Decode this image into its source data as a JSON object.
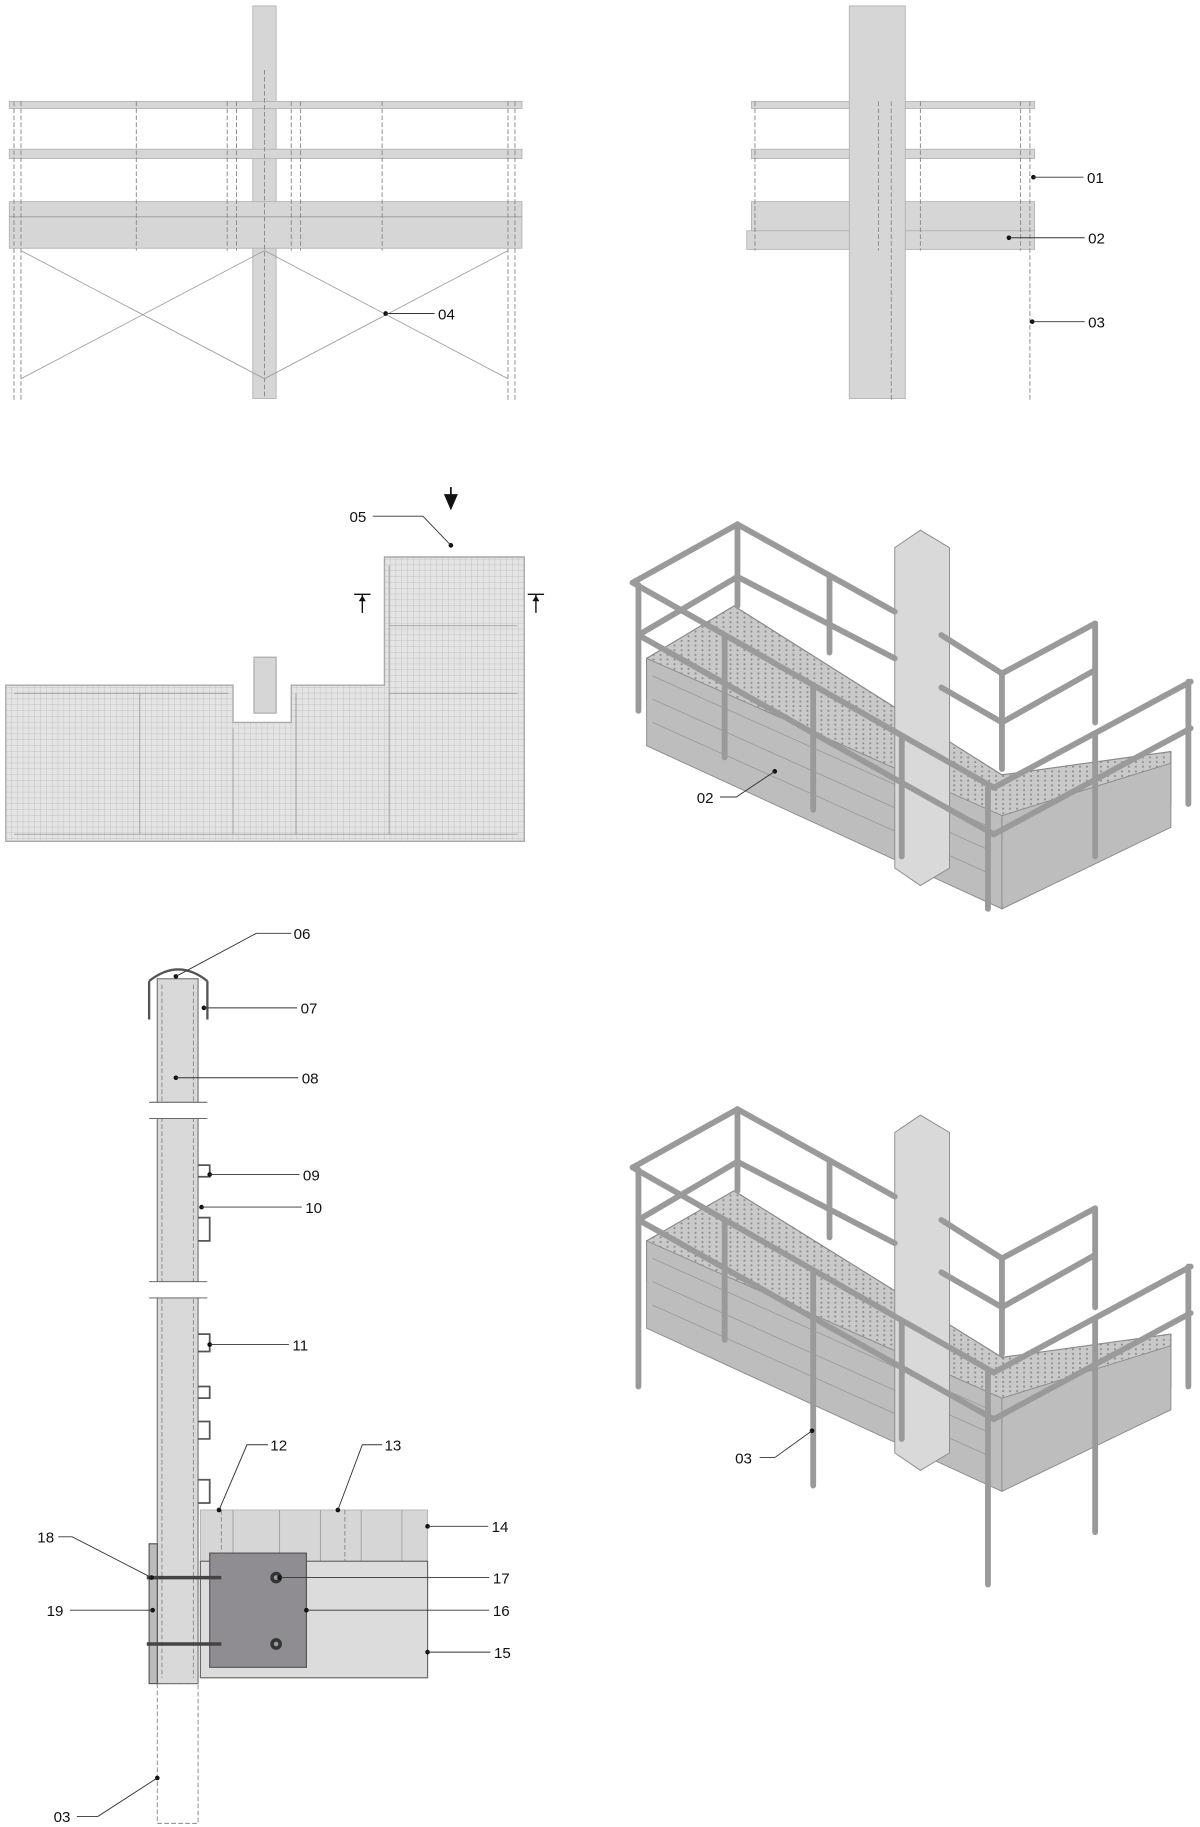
{
  "drawing": {
    "colors": {
      "part": "#d6d6d6",
      "plate": "#8f8d91",
      "line": "#333333"
    },
    "callouts": {
      "c01": "01",
      "c02": "02",
      "c03": "03",
      "c04": "04",
      "c05": "05",
      "c06": "06",
      "c07": "07",
      "c08": "08",
      "c09": "09",
      "c10": "10",
      "c11": "11",
      "c12": "12",
      "c13": "13",
      "c14": "14",
      "c15": "15",
      "c16": "16",
      "c17": "17",
      "c18": "18",
      "c19": "19",
      "iso1_02": "02",
      "iso2_03": "03",
      "detail_03": "03"
    }
  }
}
